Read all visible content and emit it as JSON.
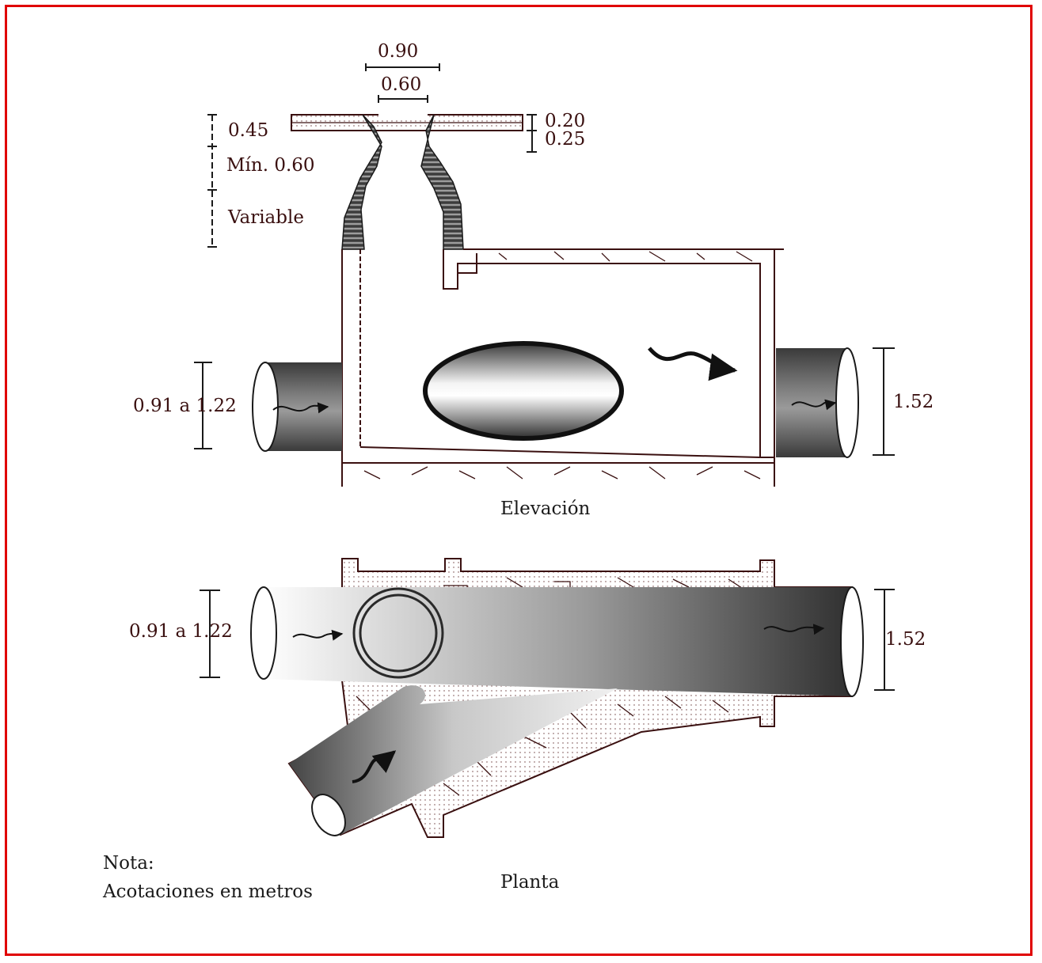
{
  "elevation": {
    "title": "Elevación",
    "dims": {
      "top_outer": "0.90",
      "top_inner": "0.60",
      "slab_upper": "0.20",
      "slab_lower": "0.25",
      "cone_top": "0.45",
      "cone_min": "Mín. 0.60",
      "shaft": "Variable",
      "inlet": "0.91 a 1.22",
      "outlet": "1.52"
    }
  },
  "plan": {
    "title": "Planta",
    "dims": {
      "inlet": "0.91 a 1.22",
      "outlet": "1.52"
    }
  },
  "note": {
    "label": "Nota:",
    "text": "Acotaciones en metros"
  },
  "colors": {
    "frame": "#e00000",
    "ink": "#3a1010"
  }
}
